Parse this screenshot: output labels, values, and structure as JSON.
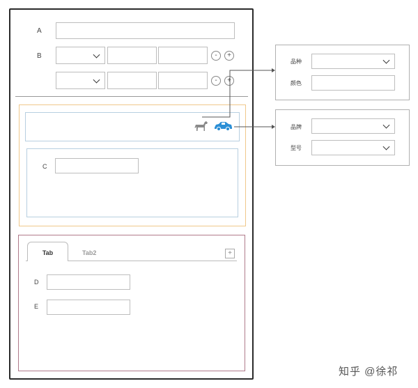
{
  "form": {
    "label_a": "A",
    "label_b": "B",
    "label_c": "C",
    "label_d": "D",
    "label_e": "E",
    "minus": "-",
    "plus": "+"
  },
  "tabs": {
    "tab1": "Tab",
    "tab2": "Tab2",
    "add": "+"
  },
  "panel_animal": {
    "breed_label": "品种",
    "color_label": "颜色"
  },
  "panel_car": {
    "brand_label": "品牌",
    "model_label": "型号"
  },
  "icons": {
    "animal": "horse-icon",
    "vehicle": "car-icon",
    "vehicle_color": "#2b8fd6",
    "animal_color": "#8a8a8a"
  },
  "watermark": "知乎 @徐祁"
}
